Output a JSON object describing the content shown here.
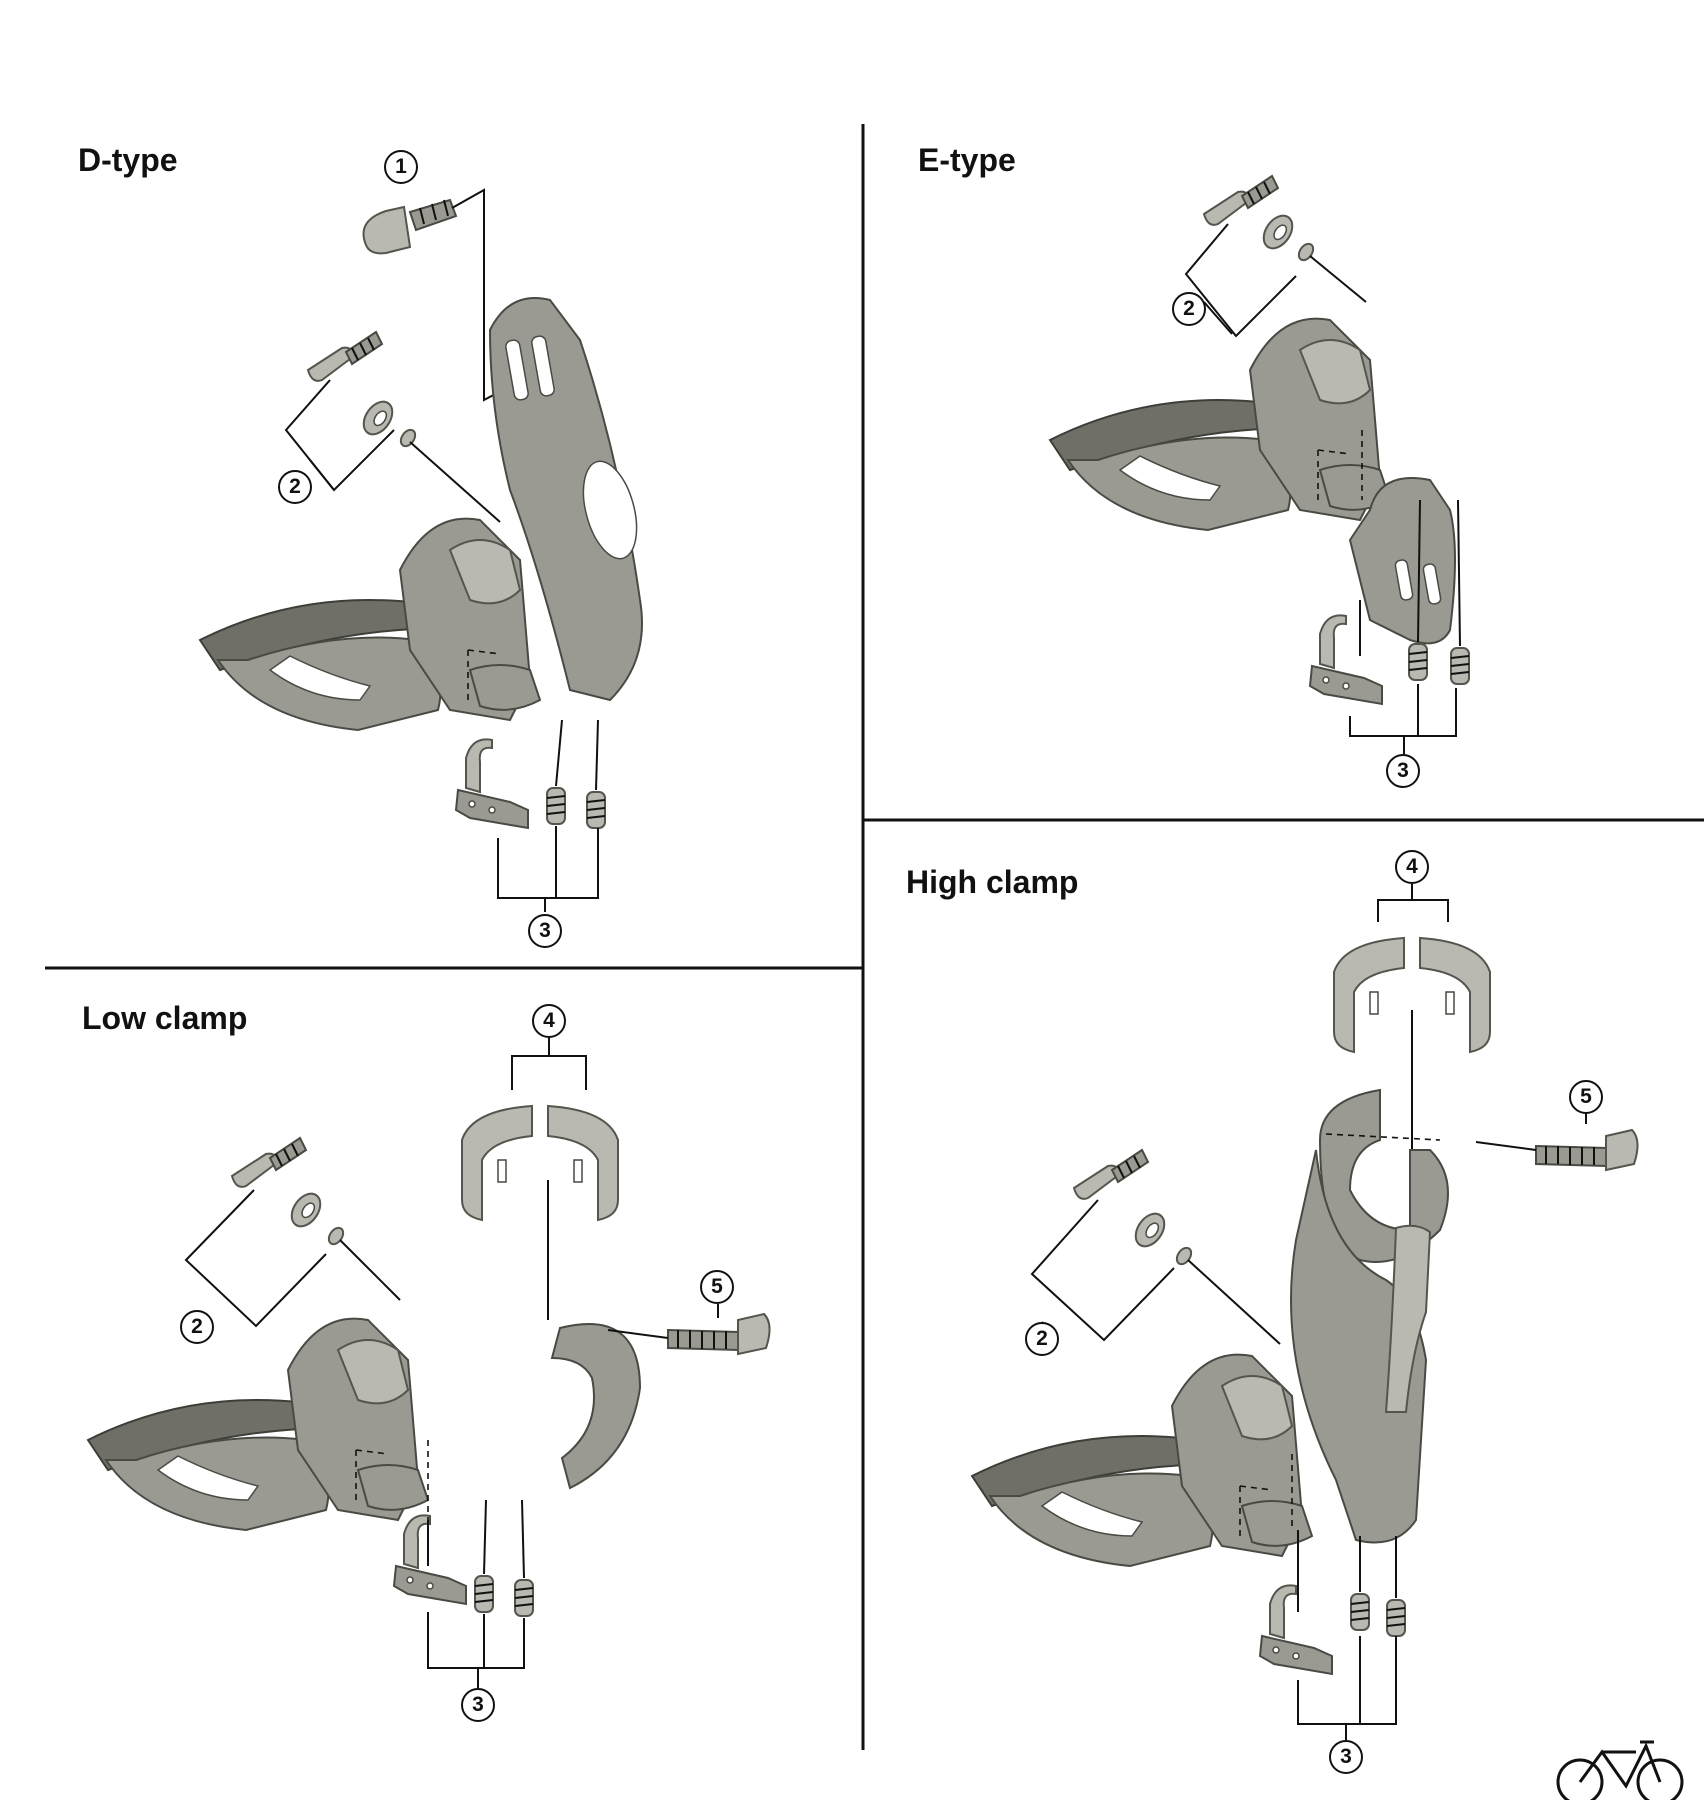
{
  "sections": {
    "d_type": {
      "title": "D-type",
      "callouts": [
        "1",
        "2",
        "3"
      ]
    },
    "e_type": {
      "title": "E-type",
      "callouts": [
        "2",
        "3"
      ]
    },
    "low_clamp": {
      "title": "Low clamp",
      "callouts": [
        "4",
        "2",
        "5",
        "3"
      ]
    },
    "high_clamp": {
      "title": "High clamp",
      "callouts": [
        "4",
        "5",
        "2",
        "3"
      ]
    }
  },
  "logo": {
    "icon": "bicycle-icon"
  },
  "colors": {
    "part": "#9a9a92",
    "line": "#111111"
  }
}
